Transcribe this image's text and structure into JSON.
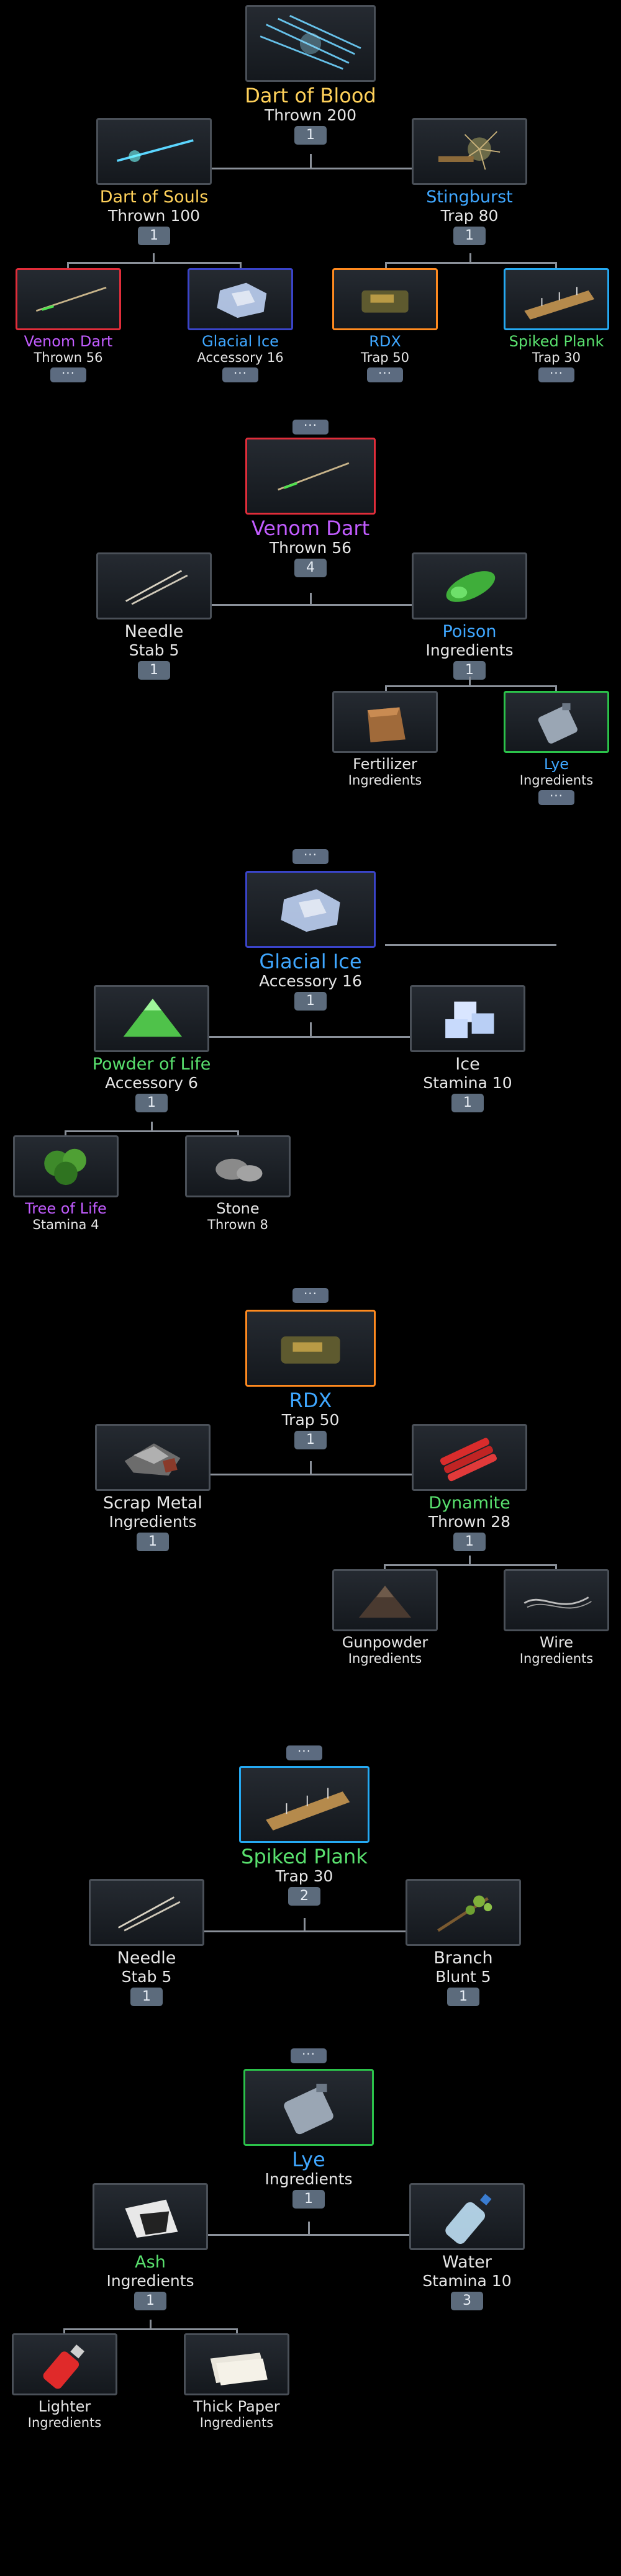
{
  "colors": {
    "yellow": "#ffd15a",
    "blue": "#3fa7ff",
    "purple": "#c25cff",
    "green": "#59e06e",
    "badge": "#5c6b7c"
  },
  "more_label": "···",
  "tree1": {
    "root": {
      "name": "Dart of Blood",
      "sub": "Thrown 200",
      "badge": "1"
    },
    "left": {
      "name": "Dart of Souls",
      "sub": "Thrown 100",
      "badge": "1"
    },
    "right": {
      "name": "Stingburst",
      "sub": "Trap 80",
      "badge": "1"
    },
    "leaves": [
      {
        "name": "Venom Dart",
        "sub": "Thrown 56"
      },
      {
        "name": "Glacial Ice",
        "sub": "Accessory 16"
      },
      {
        "name": "RDX",
        "sub": "Trap 50"
      },
      {
        "name": "Spiked Plank",
        "sub": "Trap 30"
      }
    ]
  },
  "tree2": {
    "root": {
      "name": "Venom Dart",
      "sub": "Thrown 56",
      "badge": "4"
    },
    "left": {
      "name": "Needle",
      "sub": "Stab 5",
      "badge": "1"
    },
    "right": {
      "name": "Poison",
      "sub": "Ingredients",
      "badge": "1"
    },
    "leaves": [
      {
        "name": "Fertilizer",
        "sub": "Ingredients"
      },
      {
        "name": "Lye",
        "sub": "Ingredients"
      }
    ]
  },
  "tree3": {
    "root": {
      "name": "Glacial Ice",
      "sub": "Accessory 16",
      "badge": "1"
    },
    "left": {
      "name": "Powder of Life",
      "sub": "Accessory 6",
      "badge": "1"
    },
    "right": {
      "name": "Ice",
      "sub": "Stamina 10",
      "badge": "1"
    },
    "leaves": [
      {
        "name": "Tree of Life",
        "sub": "Stamina 4"
      },
      {
        "name": "Stone",
        "sub": "Thrown 8"
      }
    ]
  },
  "tree4": {
    "root": {
      "name": "RDX",
      "sub": "Trap 50",
      "badge": "1"
    },
    "left": {
      "name": "Scrap Metal",
      "sub": "Ingredients",
      "badge": "1"
    },
    "right": {
      "name": "Dynamite",
      "sub": "Thrown 28",
      "badge": "1"
    },
    "leaves": [
      {
        "name": "Gunpowder",
        "sub": "Ingredients"
      },
      {
        "name": "Wire",
        "sub": "Ingredients"
      }
    ]
  },
  "tree5": {
    "root": {
      "name": "Spiked Plank",
      "sub": "Trap 30",
      "badge": "2"
    },
    "left": {
      "name": "Needle",
      "sub": "Stab 5",
      "badge": "1"
    },
    "right": {
      "name": "Branch",
      "sub": "Blunt 5",
      "badge": "1"
    }
  },
  "tree6": {
    "root": {
      "name": "Lye",
      "sub": "Ingredients",
      "badge": "1"
    },
    "left": {
      "name": "Ash",
      "sub": "Ingredients",
      "badge": "1"
    },
    "right": {
      "name": "Water",
      "sub": "Stamina 10",
      "badge": "3"
    },
    "leaves": [
      {
        "name": "Lighter",
        "sub": "Ingredients"
      },
      {
        "name": "Thick Paper",
        "sub": "Ingredients"
      }
    ]
  }
}
